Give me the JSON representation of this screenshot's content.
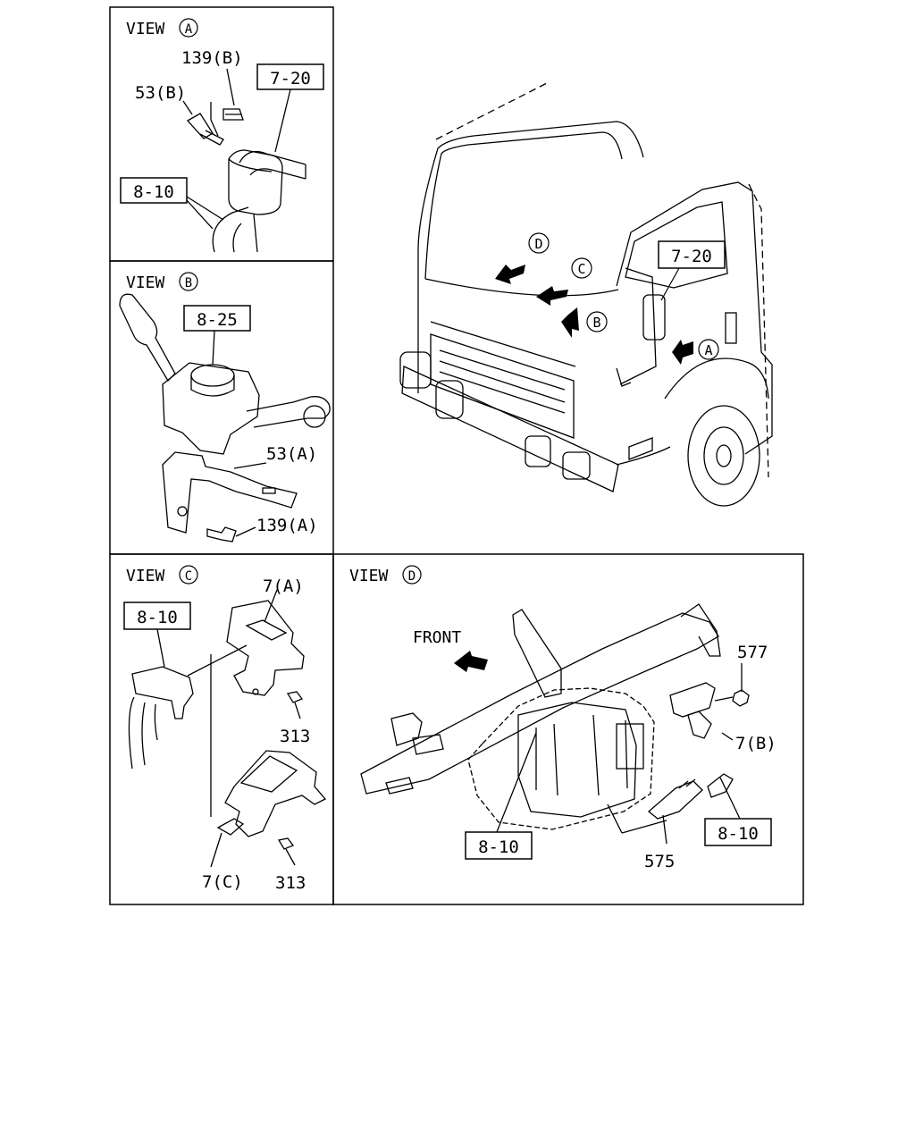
{
  "views": {
    "a": {
      "view_word": "VIEW",
      "view_letter": "A",
      "labels": {
        "p139b": "139(B)",
        "p53b": "53(B)",
        "ref_7_20": "7-20",
        "ref_8_10": "8-10"
      }
    },
    "b": {
      "view_word": "VIEW",
      "view_letter": "B",
      "labels": {
        "ref_8_25": "8-25",
        "p53a": "53(A)",
        "p139a": "139(A)"
      }
    },
    "c": {
      "view_word": "VIEW",
      "view_letter": "C",
      "labels": {
        "p7a": "7(A)",
        "ref_8_10": "8-10",
        "p313_top": "313",
        "p313_bottom": "313",
        "p7c": "7(C)"
      }
    },
    "d": {
      "view_word": "VIEW",
      "view_letter": "D",
      "labels": {
        "front": "FRONT",
        "p577": "577",
        "p7b": "7(B)",
        "ref_8_10_left": "8-10",
        "p575": "575",
        "ref_8_10_right": "8-10"
      }
    }
  },
  "truck": {
    "markers": {
      "a": "A",
      "b": "B",
      "c": "C",
      "d": "D"
    },
    "labels": {
      "ref_7_20": "7-20"
    }
  }
}
